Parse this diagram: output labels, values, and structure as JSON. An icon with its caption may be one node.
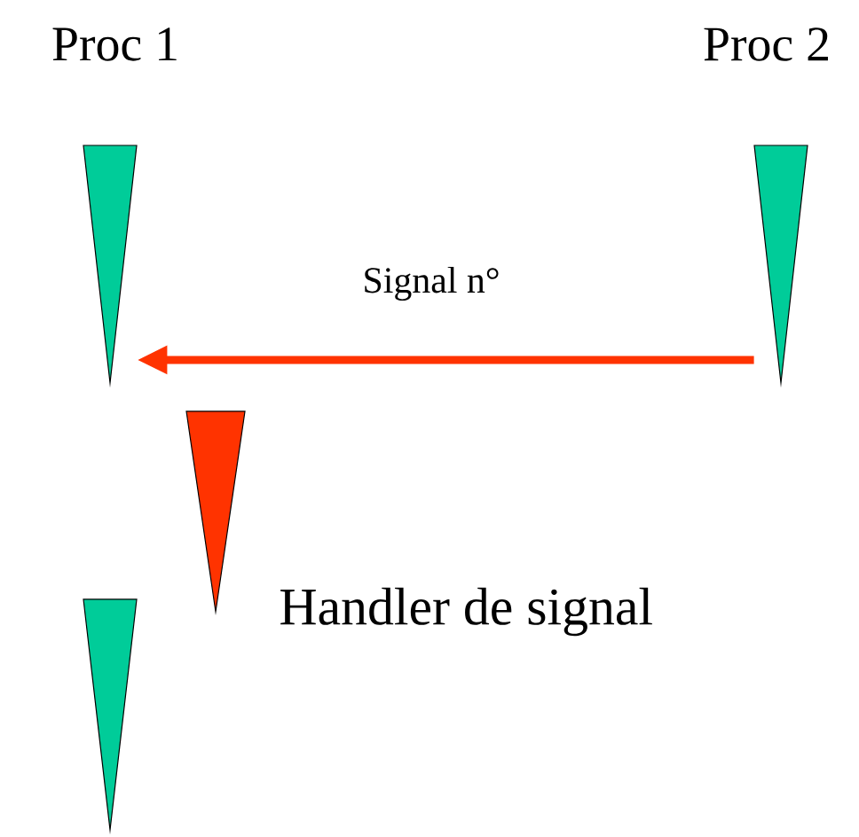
{
  "diagram": {
    "nodes": [
      {
        "text": [
          "Proc 1"
        ]
      },
      {
        "text": [
          "Proc 2"
        ]
      },
      {
        "text": [
          "Handler de signal"
        ]
      },
      {
        "text": [],
        "shape": "triangle"
      }
    ],
    "edges": [
      {
        "from": 1,
        "to": 0,
        "arrow": "to",
        "label": "Signal n°",
        "color": "#ff3300"
      }
    ]
  }
}
